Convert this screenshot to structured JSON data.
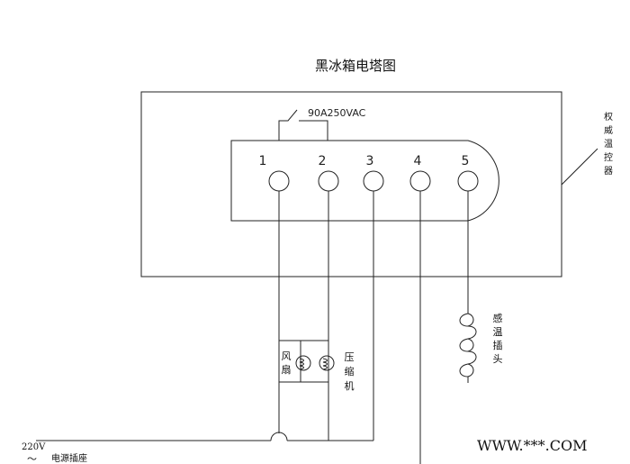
{
  "title": "黑冰箱电塔图",
  "rating": "90A250VAC",
  "terminals": [
    "1",
    "2",
    "3",
    "4",
    "5"
  ],
  "controller_label": [
    "权",
    "威",
    "温",
    "控",
    "器"
  ],
  "fan_label": [
    "风",
    "扇"
  ],
  "compressor_label": [
    "压",
    "缩",
    "机"
  ],
  "sensor_label": [
    "感",
    "温",
    "插",
    "头"
  ],
  "power_voltage": "220V",
  "power_symbol": "～",
  "power_socket": "电源插座",
  "watermark": "WWW.***.COM"
}
